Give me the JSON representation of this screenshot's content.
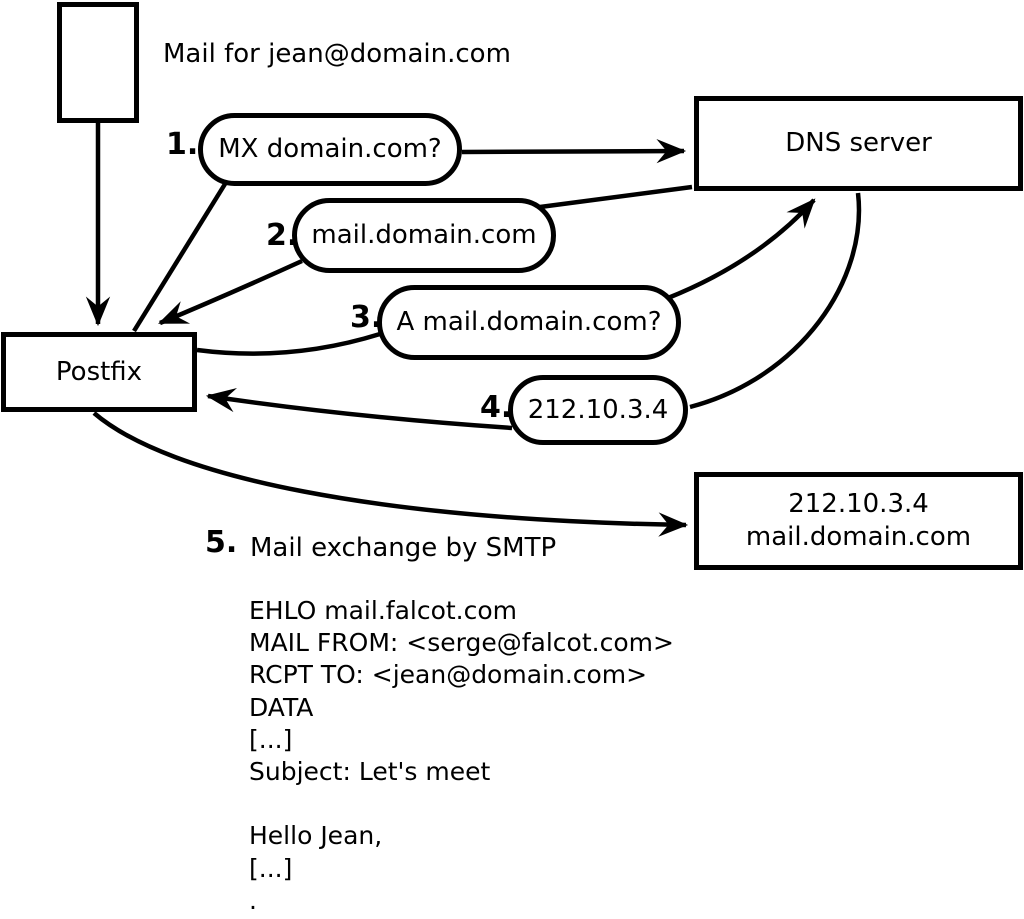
{
  "diagram_title": "Mail for jean@domain.com",
  "nodes": {
    "postfix": {
      "label": "Postfix"
    },
    "dns_server": {
      "label": "DNS server"
    },
    "mail_server": {
      "ip": "212.10.3.4",
      "hostname": "mail.domain.com"
    }
  },
  "steps": [
    {
      "number": "1.",
      "label": "MX domain.com?"
    },
    {
      "number": "2.",
      "label": "mail.domain.com"
    },
    {
      "number": "3.",
      "label": "A mail.domain.com?"
    },
    {
      "number": "4.",
      "label": "212.10.3.4"
    },
    {
      "number": "5.",
      "label": "Mail exchange by SMTP"
    }
  ],
  "smtp_session": {
    "lines": [
      "EHLO mail.falcot.com",
      "MAIL FROM: <serge@falcot.com>",
      "RCPT TO: <jean@domain.com>",
      "DATA",
      "[...]",
      "Subject: Let's meet",
      "",
      "Hello Jean,",
      "[...]",
      "."
    ]
  },
  "colors": {
    "ink": "#000000",
    "background": "#ffffff"
  }
}
